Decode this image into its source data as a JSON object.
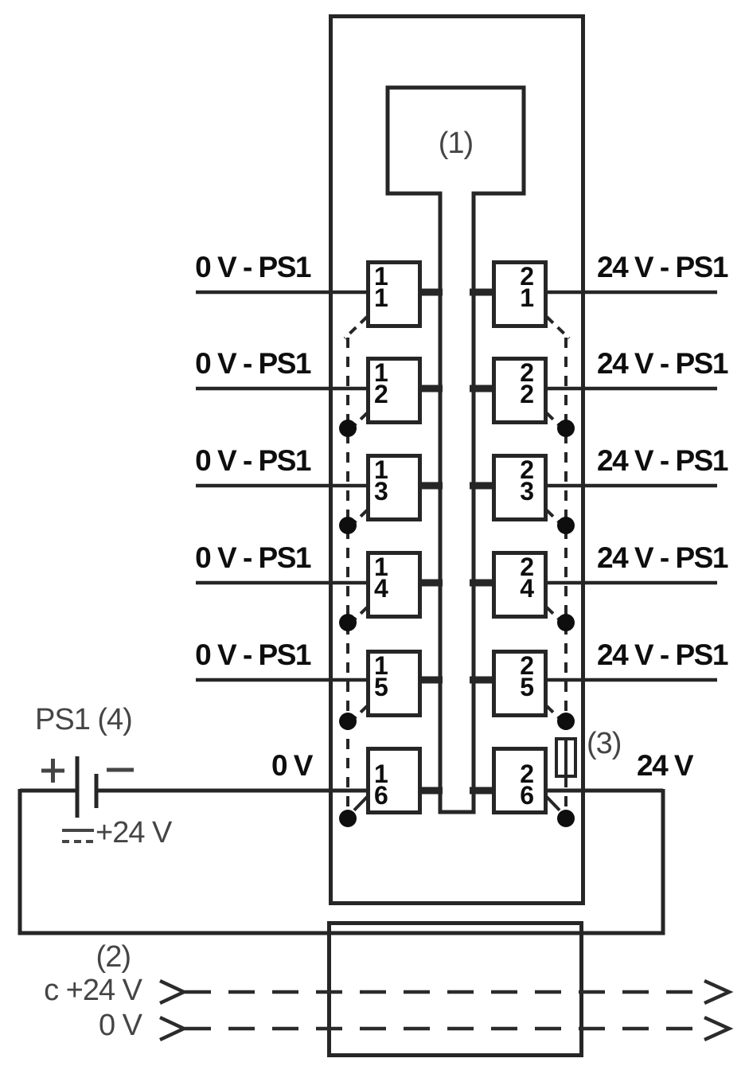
{
  "diagram_title": "power-supply-terminal-wiring-diagram",
  "module": {
    "electronics_label": "(1)"
  },
  "rows": [
    {
      "left_label": "0 V - PS1",
      "right_label": "24 V - PS1",
      "left_terminal": {
        "group": "1",
        "pin": "1"
      },
      "right_terminal": {
        "group": "2",
        "pin": "1"
      }
    },
    {
      "left_label": "0 V - PS1",
      "right_label": "24 V - PS1",
      "left_terminal": {
        "group": "1",
        "pin": "2"
      },
      "right_terminal": {
        "group": "2",
        "pin": "2"
      }
    },
    {
      "left_label": "0 V - PS1",
      "right_label": "24 V - PS1",
      "left_terminal": {
        "group": "1",
        "pin": "3"
      },
      "right_terminal": {
        "group": "2",
        "pin": "3"
      }
    },
    {
      "left_label": "0 V - PS1",
      "right_label": "24 V - PS1",
      "left_terminal": {
        "group": "1",
        "pin": "4"
      },
      "right_terminal": {
        "group": "2",
        "pin": "4"
      }
    },
    {
      "left_label": "0 V - PS1",
      "right_label": "24 V - PS1",
      "left_terminal": {
        "group": "1",
        "pin": "5"
      },
      "right_terminal": {
        "group": "2",
        "pin": "5"
      }
    },
    {
      "left_label": "0 V",
      "right_label": "24 V",
      "left_terminal": {
        "group": "1",
        "pin": "6"
      },
      "right_terminal": {
        "group": "2",
        "pin": "6"
      }
    }
  ],
  "fuse": {
    "label": "(3)"
  },
  "power_supply": {
    "name": "PS1 (4)",
    "plus_sign": "+",
    "minus_sign": "−",
    "dc_voltage": "+24 V"
  },
  "bus": {
    "label": "(2)",
    "lines": [
      {
        "label": "c +24 V"
      },
      {
        "label": "0 V"
      }
    ]
  },
  "colors": {
    "line": "#262626",
    "label_text": "#0e0e0e",
    "annotation_text": "#454545",
    "background": "#ffffff"
  }
}
